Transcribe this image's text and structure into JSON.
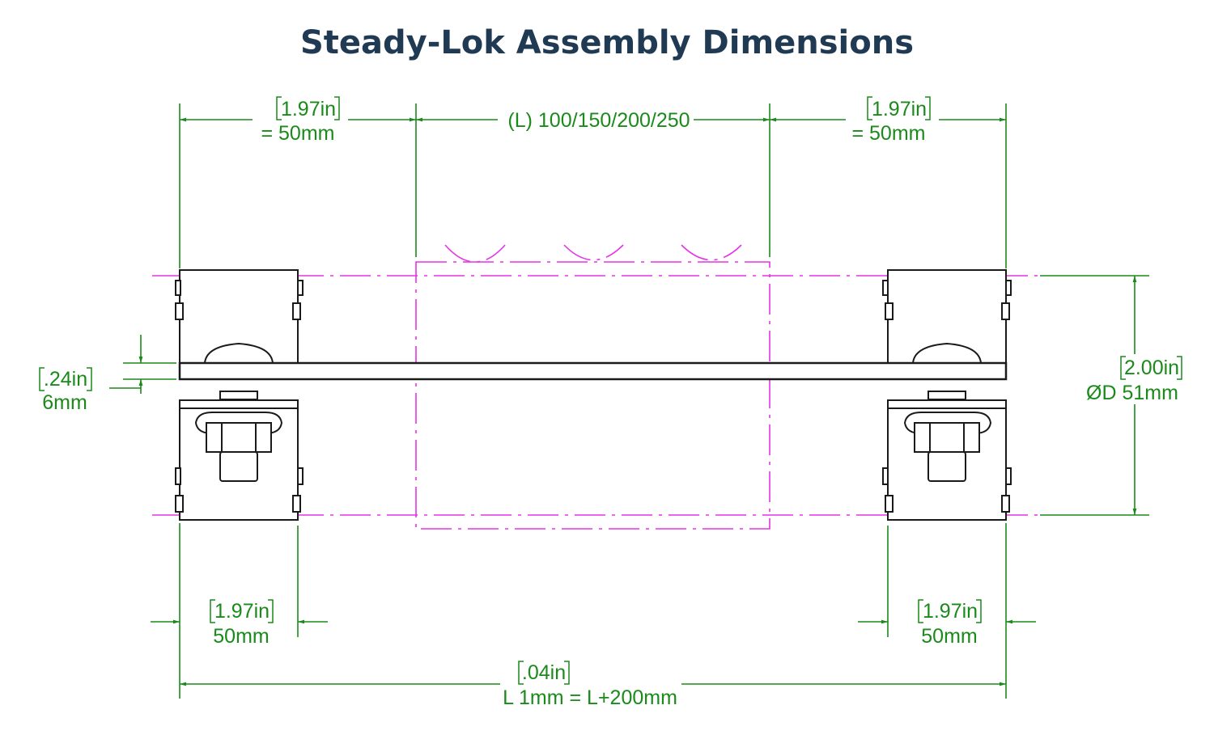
{
  "title": "Steady-Lok Assembly Dimensions",
  "colors": {
    "title": "#1f3a52",
    "dimension": "#1a8a1a",
    "centerline": "#e633e6",
    "outline": "#1a1a1a"
  },
  "dims": {
    "top_left": {
      "in": "1.97in",
      "mm": "=  50mm"
    },
    "top_mid": {
      "text": "(L) 100/150/200/250"
    },
    "top_right": {
      "in": "1.97in",
      "mm": "=  50mm"
    },
    "thickness": {
      "in": ".24in",
      "mm": "6mm"
    },
    "diameter": {
      "in": "2.00in",
      "mm": "ØD  51mm"
    },
    "bot_left": {
      "in": "1.97in",
      "mm": "50mm"
    },
    "bot_right": {
      "in": "1.97in",
      "mm": "50mm"
    },
    "total": {
      "in": ".04in",
      "mm": "L  1mm  = L+200mm"
    }
  }
}
